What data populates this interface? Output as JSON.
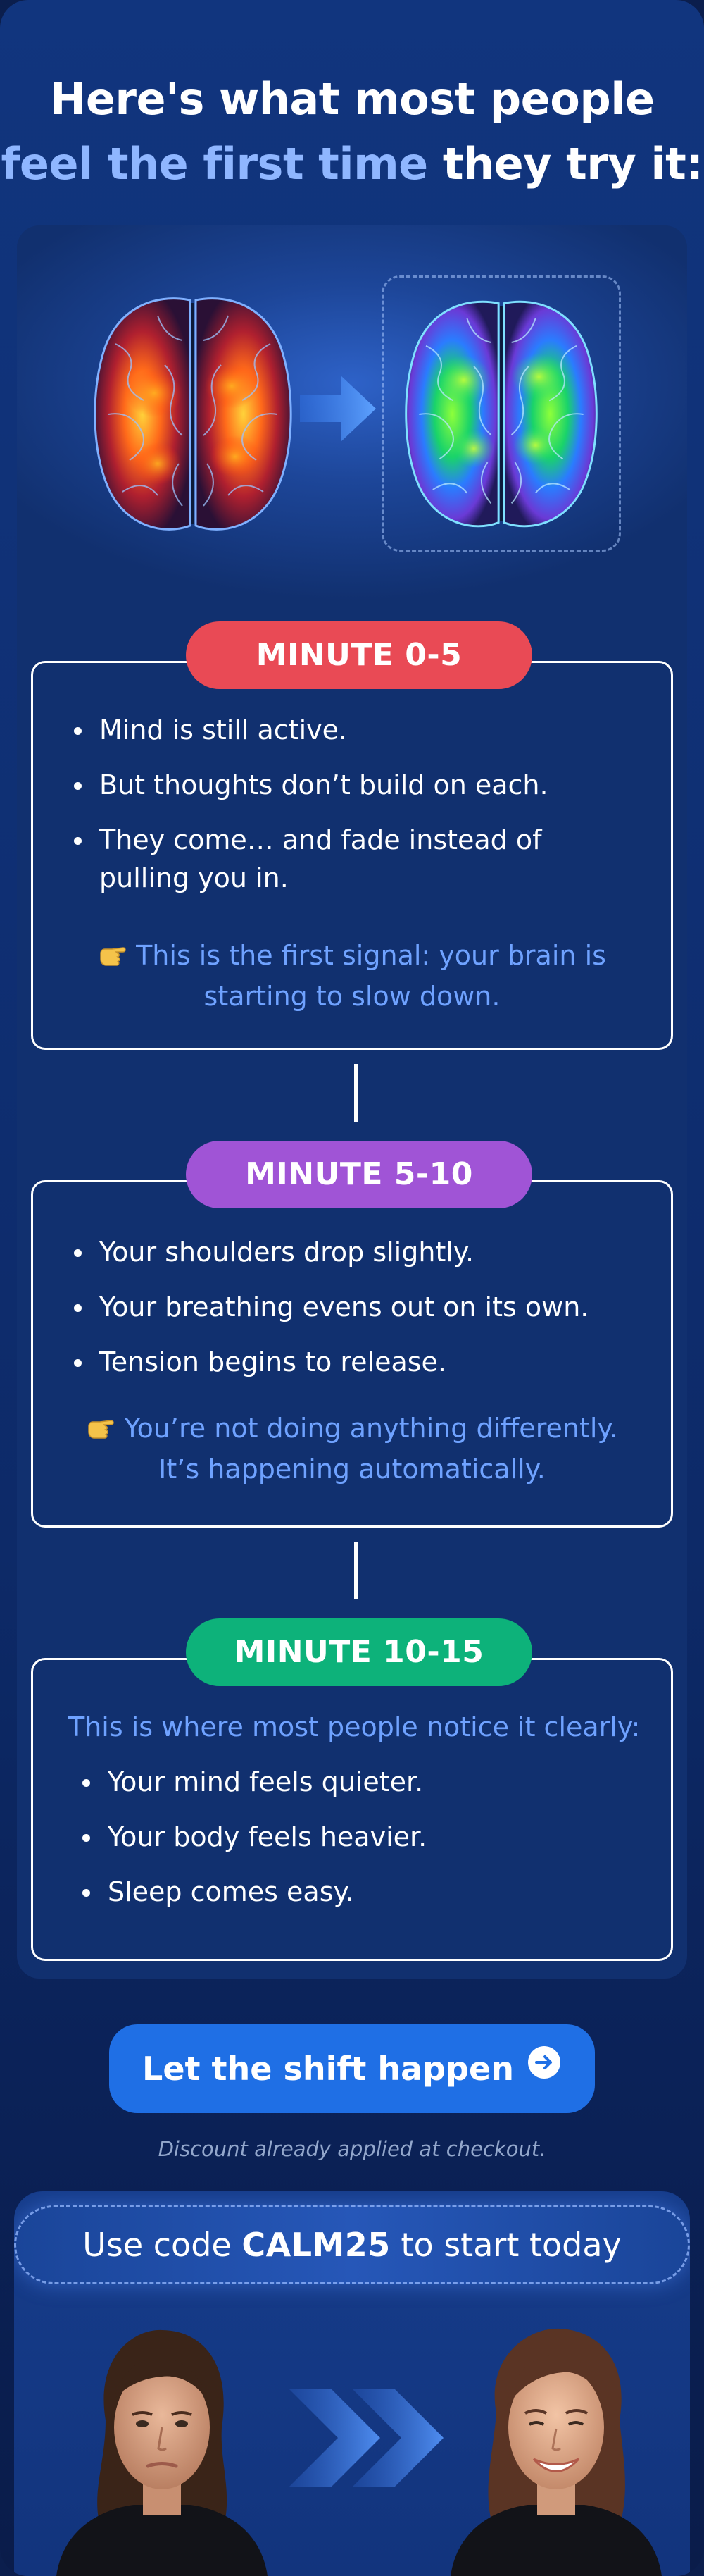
{
  "headline": {
    "line1": "Here's what most people",
    "accent": "feel the first time",
    "rest": " they try it:"
  },
  "steps": [
    {
      "label": "MINUTE 0-5",
      "color": "#e94a55",
      "bullets": [
        "Mind is still active.",
        "But thoughts don’t build on each.",
        "They come… and fade instead of pulling you in."
      ],
      "note_icon": "pointing-hand-icon",
      "note_line1": "This is the first signal: your brain is",
      "note_line2": "starting to slow down."
    },
    {
      "label": "MINUTE 5-10",
      "color": "#a054d6",
      "bullets": [
        "Your shoulders drop slightly.",
        "Your breathing evens out on its own.",
        "Tension begins to release."
      ],
      "note_icon": "pointing-hand-icon",
      "note_line1": "You’re not doing anything differently.",
      "note_line2": "It’s happening automatically."
    },
    {
      "label": "MINUTE 10-15",
      "color": "#0db27a",
      "lead": "This is where most people notice it clearly:",
      "bullets": [
        "Your mind feels quieter.",
        "Your body feels heavier.",
        "Sleep comes easy."
      ]
    }
  ],
  "cta": {
    "label": "Let the shift happen",
    "icon": "arrow-right-circle-icon",
    "disclaimer": "Discount already applied at checkout."
  },
  "code_banner": {
    "prefix": "Use code ",
    "code": "CALM25",
    "suffix": " to start today"
  },
  "colors": {
    "background": "#0f2f73",
    "card": "#11306f",
    "accent_text": "#8fb6ff",
    "note_text": "#6fa2ff",
    "cta": "#1f6fe5"
  }
}
